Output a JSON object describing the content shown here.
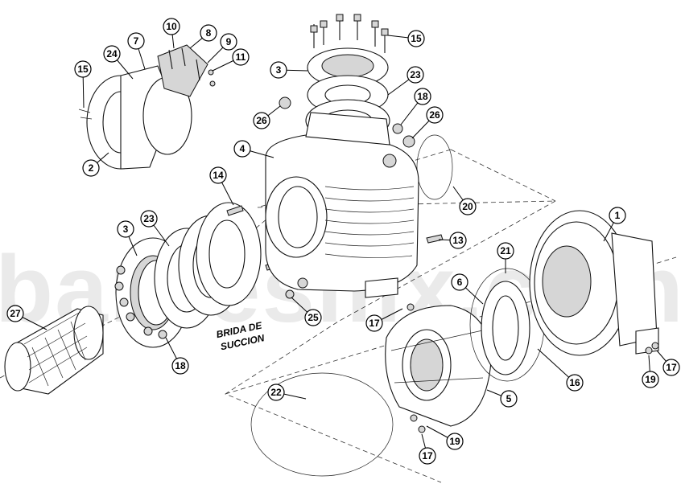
{
  "watermark": "barnesmx.com",
  "note": [
    "BRIDA DE",
    "SUCCION"
  ],
  "callouts": [
    {
      "label": "1",
      "name": "callout-1"
    },
    {
      "label": "2",
      "name": "callout-2"
    },
    {
      "label": "3",
      "name": "callout-3-top"
    },
    {
      "label": "3",
      "name": "callout-3-left"
    },
    {
      "label": "4",
      "name": "callout-4"
    },
    {
      "label": "5",
      "name": "callout-5"
    },
    {
      "label": "6",
      "name": "callout-6"
    },
    {
      "label": "7",
      "name": "callout-7"
    },
    {
      "label": "8",
      "name": "callout-8"
    },
    {
      "label": "9",
      "name": "callout-9"
    },
    {
      "label": "10",
      "name": "callout-10"
    },
    {
      "label": "11",
      "name": "callout-11"
    },
    {
      "label": "13",
      "name": "callout-13"
    },
    {
      "label": "14",
      "name": "callout-14"
    },
    {
      "label": "15",
      "name": "callout-15-top"
    },
    {
      "label": "15",
      "name": "callout-15-left"
    },
    {
      "label": "16",
      "name": "callout-16"
    },
    {
      "label": "17",
      "name": "callout-17-a"
    },
    {
      "label": "17",
      "name": "callout-17-b"
    },
    {
      "label": "17",
      "name": "callout-17-c"
    },
    {
      "label": "18",
      "name": "callout-18-top"
    },
    {
      "label": "18",
      "name": "callout-18-bottom"
    },
    {
      "label": "19",
      "name": "callout-19-a"
    },
    {
      "label": "19",
      "name": "callout-19-b"
    },
    {
      "label": "20",
      "name": "callout-20"
    },
    {
      "label": "21",
      "name": "callout-21"
    },
    {
      "label": "22",
      "name": "callout-22"
    },
    {
      "label": "23",
      "name": "callout-23-top"
    },
    {
      "label": "23",
      "name": "callout-23-left"
    },
    {
      "label": "24",
      "name": "callout-24"
    },
    {
      "label": "25",
      "name": "callout-25"
    },
    {
      "label": "26",
      "name": "callout-26-left"
    },
    {
      "label": "26",
      "name": "callout-26-right"
    },
    {
      "label": "27",
      "name": "callout-27"
    }
  ]
}
